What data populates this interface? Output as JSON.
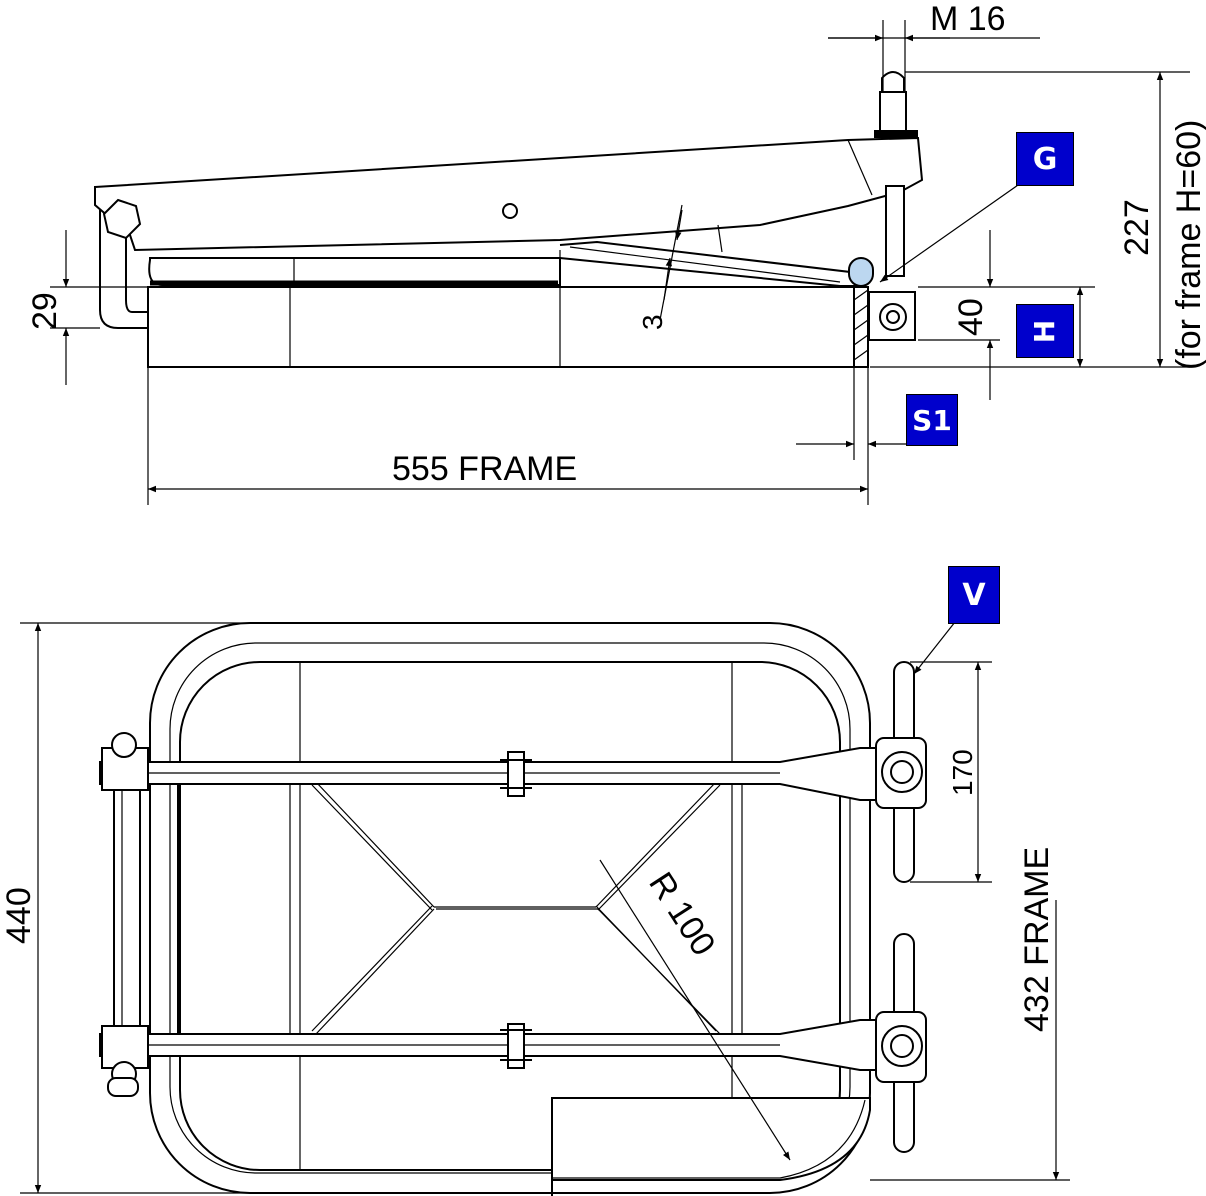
{
  "dimensions": {
    "m16": "M 16",
    "d227": "227",
    "for_frame": "(for frame H=60)",
    "d29": "29",
    "d40": "40",
    "d3": "3",
    "d555": "555 FRAME",
    "d440": "440",
    "d432": "432 FRAME",
    "d170": "170",
    "r100": "R 100"
  },
  "badges": {
    "g": "G",
    "h": "H",
    "s1": "S1",
    "v": "V"
  },
  "colors": {
    "badge_fill": "#0000cc",
    "gasket_fill": "#bcd7f0"
  }
}
